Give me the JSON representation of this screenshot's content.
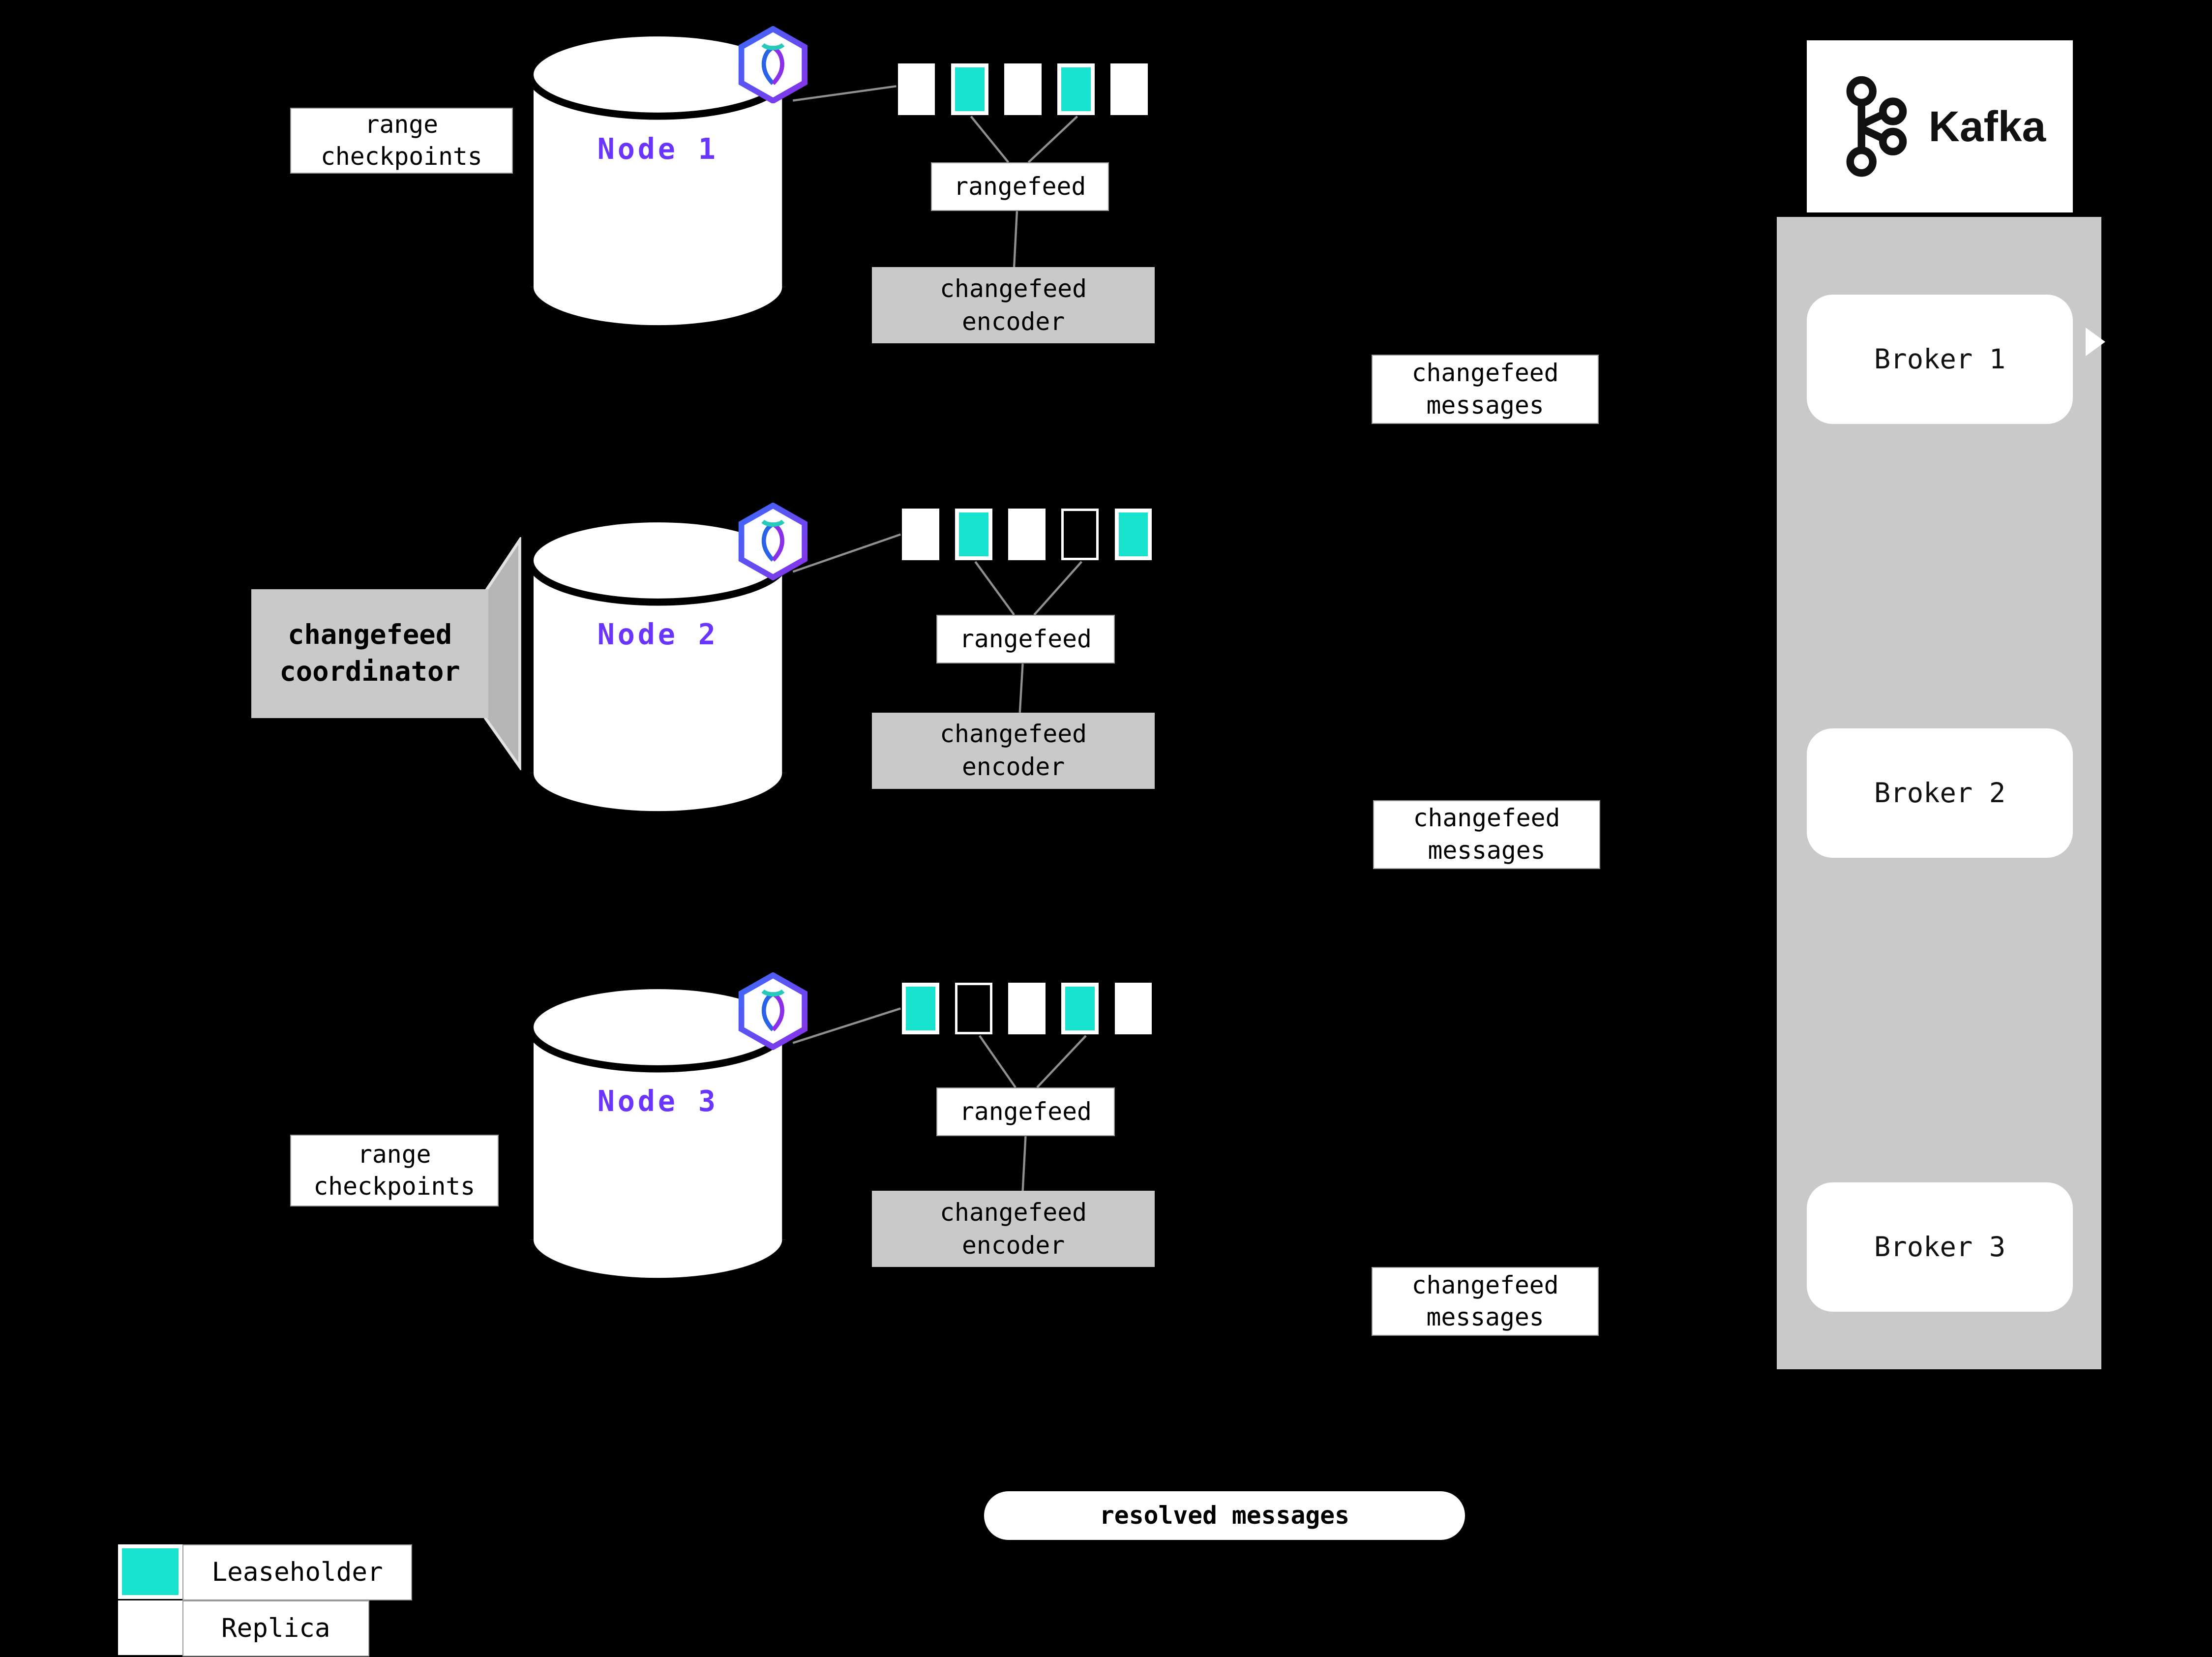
{
  "colors": {
    "leaseholder": "#17e2cd",
    "node-label": "#6a35ff",
    "box-gray": "#c9c9c9",
    "panel-gray": "#c9c9c9",
    "line-gray": "#909090"
  },
  "labels": {
    "range_checkpoints": {
      "line1": "range",
      "line2": "checkpoints"
    },
    "coordinator": {
      "line1": "changefeed",
      "line2": "coordinator"
    },
    "resolved": "resolved messages"
  },
  "nodes": [
    {
      "name": "Node 1",
      "ranges": [
        "replica",
        "leaseholder",
        "replica",
        "leaseholder",
        "replica"
      ],
      "rangefeed_label": "rangefeed",
      "encoder": {
        "line1": "changefeed",
        "line2": "encoder"
      },
      "messages": {
        "line1": "changefeed",
        "line2": "messages"
      }
    },
    {
      "name": "Node 2",
      "ranges": [
        "replica",
        "leaseholder",
        "replica",
        "empty",
        "leaseholder"
      ],
      "rangefeed_label": "rangefeed",
      "encoder": {
        "line1": "changefeed",
        "line2": "encoder"
      },
      "messages": {
        "line1": "changefeed",
        "line2": "messages"
      }
    },
    {
      "name": "Node 3",
      "ranges": [
        "leaseholder",
        "empty",
        "replica",
        "leaseholder",
        "replica"
      ],
      "rangefeed_label": "rangefeed",
      "encoder": {
        "line1": "changefeed",
        "line2": "encoder"
      },
      "messages": {
        "line1": "changefeed",
        "line2": "messages"
      }
    }
  ],
  "kafka": {
    "title": "Kafka",
    "brokers": [
      {
        "label": "Broker 1"
      },
      {
        "label": "Broker 2"
      },
      {
        "label": "Broker 3"
      }
    ]
  },
  "legend": [
    {
      "type": "leaseholder",
      "label": "Leaseholder"
    },
    {
      "type": "replica",
      "label": "Replica"
    }
  ]
}
